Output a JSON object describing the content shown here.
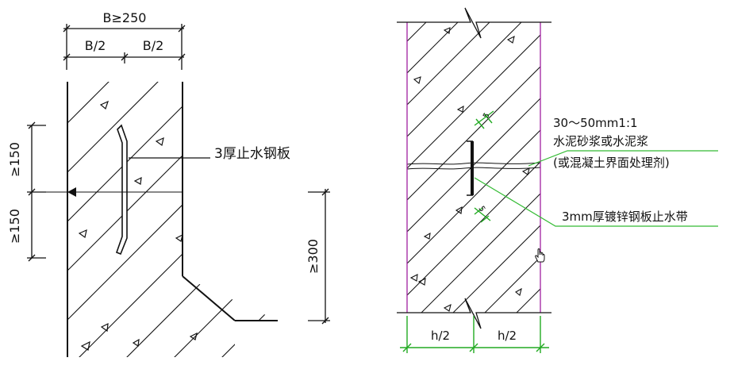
{
  "left_detail": {
    "dim_total": "B≥250",
    "dim_half_left": "B/2",
    "dim_half_right": "B/2",
    "dim_upper": "≥150",
    "dim_lower": "≥150",
    "dim_right": "≥300",
    "plate_label": "3厚止水钢板"
  },
  "right_detail": {
    "mortar_label_line1": "30～50mm1:1",
    "mortar_label_line2": "水泥砂浆或水泥浆",
    "mortar_label_line3": "(或混凝土界面处理剂)",
    "strip_label": "3mm厚镀锌钢板止水带",
    "dim_half_left": "h/2",
    "dim_half_right": "h/2",
    "dim_small_upper": "5",
    "dim_small_lower": "5"
  },
  "colors": {
    "line": "#111111",
    "wall_edge": "#a020a0",
    "dimension": "#22aa22",
    "leader": "#33bb33"
  }
}
